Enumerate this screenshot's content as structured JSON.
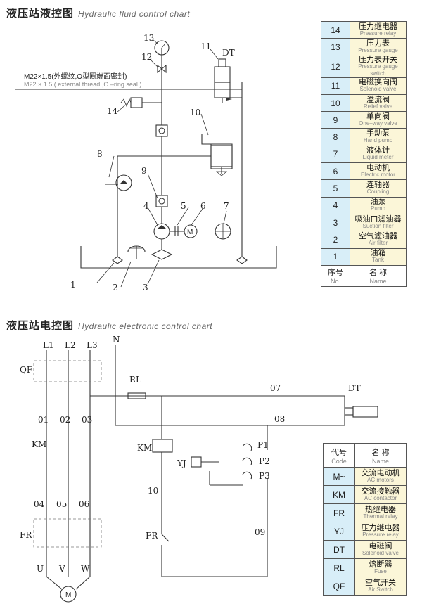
{
  "fluid_title": {
    "zh": "液压站液控图",
    "en": "Hydraulic fluid control chart"
  },
  "elec_title": {
    "zh": "液压站电控图",
    "en": "Hydraulic electronic control chart"
  },
  "fluid_diagram": {
    "thread_note_zh": "M22×1.5(外螺纹,O型圈端面密封)",
    "thread_note_en": "M22 × 1.5 ( external thread ,O –ring seal )",
    "component_numbers": [
      "1",
      "2",
      "3",
      "4",
      "5",
      "6",
      "7",
      "8",
      "9",
      "10",
      "11",
      "12",
      "13",
      "14"
    ],
    "dt_label": "DT",
    "motor_symbol": "M"
  },
  "fluid_legend": {
    "header": {
      "no_zh": "序号",
      "no_en": "No.",
      "name_zh": "名 称",
      "name_en": "Name"
    },
    "rows": [
      {
        "no": "14",
        "zh": "压力继电器",
        "en": "Pressure relay"
      },
      {
        "no": "13",
        "zh": "压力表",
        "en": "Pressure gauge"
      },
      {
        "no": "12",
        "zh": "压力表开关",
        "en": "Pressure gauge switch"
      },
      {
        "no": "11",
        "zh": "电磁换向阀",
        "en": "Solenoid valve"
      },
      {
        "no": "10",
        "zh": "溢流阀",
        "en": "Relief valve"
      },
      {
        "no": "9",
        "zh": "单向阀",
        "en": "One–way valve"
      },
      {
        "no": "8",
        "zh": "手动泵",
        "en": "Hand pump"
      },
      {
        "no": "7",
        "zh": "液体计",
        "en": "Liquid meter"
      },
      {
        "no": "6",
        "zh": "电动机",
        "en": "Electric motor"
      },
      {
        "no": "5",
        "zh": "连轴器",
        "en": "Coupling"
      },
      {
        "no": "4",
        "zh": "油泵",
        "en": "Pump"
      },
      {
        "no": "3",
        "zh": "吸油口滤油器",
        "en": "Suction filter"
      },
      {
        "no": "2",
        "zh": "空气滤油器",
        "en": "Air filter"
      },
      {
        "no": "1",
        "zh": "油箱",
        "en": "Tank"
      }
    ]
  },
  "elec_diagram": {
    "phases": [
      "L1",
      "L2",
      "L3"
    ],
    "neutral": "N",
    "wire_labels_top": [
      "01",
      "02",
      "03"
    ],
    "wire_labels_mid": [
      "04",
      "05",
      "06"
    ],
    "motor_terminals": [
      "U",
      "V",
      "W"
    ],
    "motor_symbol": "M",
    "labels": {
      "qf": "QF",
      "km": "KM",
      "fr": "FR",
      "rl": "RL",
      "dt": "DT",
      "yj": "YJ",
      "w07": "07",
      "w08": "08",
      "w09": "09",
      "w10": "10",
      "p1": "P1",
      "p2": "P2",
      "p3": "P3"
    }
  },
  "elec_legend": {
    "header": {
      "code_zh": "代号",
      "code_en": "Code",
      "name_zh": "名 称",
      "name_en": "Name"
    },
    "rows": [
      {
        "code": "M~",
        "zh": "交流电动机",
        "en": "AC motors"
      },
      {
        "code": "KM",
        "zh": "交流接触器",
        "en": "AC contactor"
      },
      {
        "code": "FR",
        "zh": "热继电器",
        "en": "Thermal relay"
      },
      {
        "code": "YJ",
        "zh": "压力继电器",
        "en": "Pressure relay"
      },
      {
        "code": "DT",
        "zh": "电磁阀",
        "en": "Solenoid valve"
      },
      {
        "code": "RL",
        "zh": "熔断器",
        "en": "Fuse"
      },
      {
        "code": "QF",
        "zh": "空气开关",
        "en": "Air Switch"
      }
    ]
  },
  "colors": {
    "number_cell": "#d8eef8",
    "name_cell": "#fbf6d8",
    "line": "#333333"
  }
}
